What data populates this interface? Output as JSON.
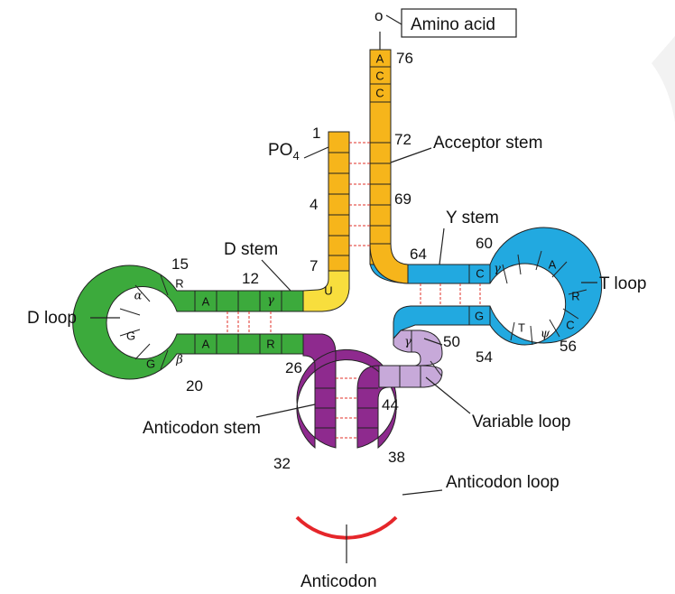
{
  "colors": {
    "acceptor": "#f6b51b",
    "d_arm": "#3caa3c",
    "t_arm": "#22a9e0",
    "anticodon_arm": "#8e2a8e",
    "variable_loop": "#c7a9d9",
    "pale_yellow": "#f8de3d",
    "anticodon_mark": "#e5262a",
    "hbond": "#e0322a"
  },
  "labels": {
    "amino_acid": "Amino acid",
    "oh_end": "o",
    "po4": "PO",
    "po4_sub": "4",
    "acceptor_stem": "Acceptor stem",
    "d_stem": "D stem",
    "d_loop": "D loop",
    "y_stem": "Y stem",
    "t_loop": "T loop",
    "variable_loop": "Variable loop",
    "anticodon_stem": "Anticodon stem",
    "anticodon_loop": "Anticodon loop",
    "anticodon": "Anticodon"
  },
  "numbers": {
    "n76": "76",
    "n1": "1",
    "n72": "72",
    "n4": "4",
    "n69": "69",
    "n7": "7",
    "n64": "64",
    "n60": "60",
    "n15": "15",
    "n12": "12",
    "n50": "50",
    "n54": "54",
    "n56": "56",
    "n26": "26",
    "n20": "20",
    "n44": "44",
    "n32": "32",
    "n38": "38"
  },
  "bases": {
    "acc_a": "A",
    "acc_c1": "C",
    "acc_c2": "C",
    "u8": "U",
    "d_a_top": "A",
    "d_gamma": "γ",
    "d_r_top": "R",
    "d_alpha": "α",
    "d_g1": "G",
    "d_g2": "G",
    "d_beta": "β",
    "d_a_bot": "A",
    "d_r_bot": "R",
    "t_c_top": "C",
    "t_gamma": "γ",
    "t_a": "A",
    "t_r": "R",
    "t_c_loop": "C",
    "t_psi": "ψ",
    "t_t": "T",
    "t_g": "G",
    "v_gamma": "γ"
  }
}
